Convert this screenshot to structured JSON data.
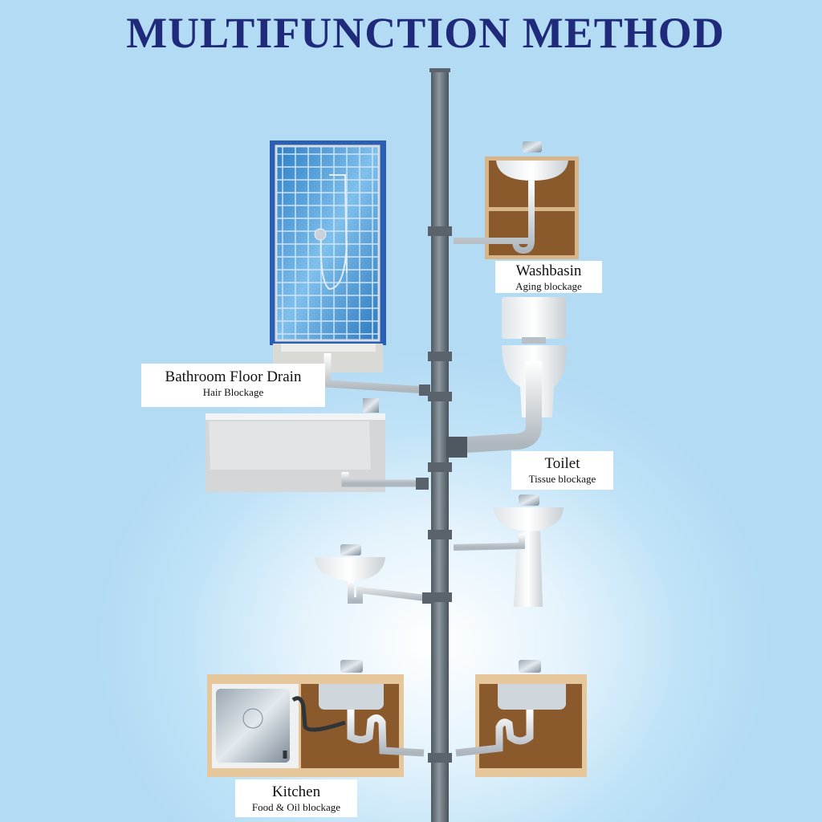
{
  "title": "MULTIFUNCTION METHOD",
  "fixtures": {
    "floor_drain": {
      "name": "Bathroom Floor Drain",
      "issue": "Hair Blockage"
    },
    "washbasin": {
      "name": "Washbasin",
      "issue": "Aging blockage"
    },
    "toilet": {
      "name": "Toilet",
      "issue": "Tissue blockage"
    },
    "kitchen": {
      "name": "Kitchen",
      "issue": "Food & Oil blockage"
    }
  },
  "colors": {
    "title": "#1f2a7a",
    "pipe": "#6f7a83",
    "cabinet": "#8a5a2c",
    "tile": "#3f8fd0"
  }
}
